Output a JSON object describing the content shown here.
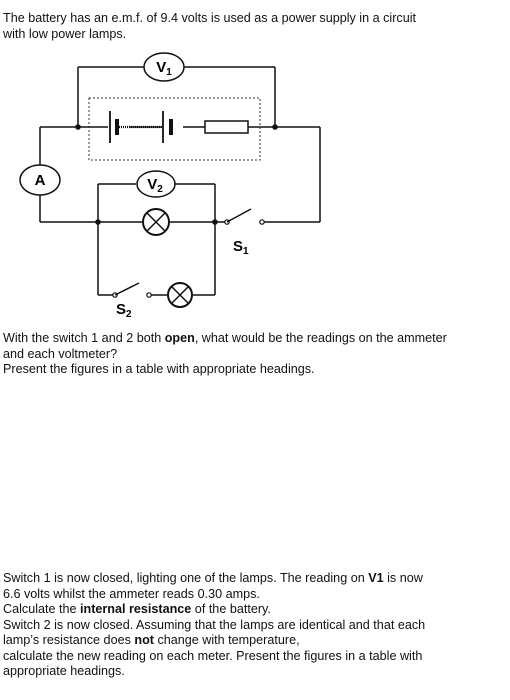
{
  "intro": {
    "line1": "The battery has an e.m.f. of 9.4 volts is used as a power supply in a circuit",
    "line2": "with low power lamps."
  },
  "circuit": {
    "ammeter": "A",
    "v1_letter": "V",
    "v1_sub": "1",
    "v2_letter": "V",
    "v2_sub": "2",
    "s1_letter": "S",
    "s1_sub": "1",
    "s2_letter": "S",
    "s2_sub": "2",
    "icons": [
      "ammeter-icon",
      "voltmeter-icon",
      "lamp-icon",
      "switch-icon",
      "cell-icon",
      "resistor-icon"
    ]
  },
  "question1": {
    "l1_a": "With the switch 1 and 2 both ",
    "l1_b": "open",
    "l1_c": ", what would be the readings on the ammeter",
    "line2": "and each voltmeter?",
    "line3": "Present the figures in a table with appropriate headings."
  },
  "question2": {
    "l1_a": "Switch 1 is now closed, lighting one of the lamps. The reading on ",
    "l1_b": "V1",
    "l1_c": " is now",
    "line2": "6.6 volts whilst the ammeter reads 0.30 amps.",
    "l3_a": "Calculate the ",
    "l3_b": "internal resistance",
    "l3_c": " of the battery.",
    "line4": "Switch 2 is now closed. Assuming that the lamps are identical and that each",
    "l5_a": "lamp’s resistance does ",
    "l5_b": "not",
    "l5_c": " change with temperature,",
    "line6": "calculate the new reading on each meter. Present the figures in a table with",
    "line7": "appropriate headings."
  }
}
